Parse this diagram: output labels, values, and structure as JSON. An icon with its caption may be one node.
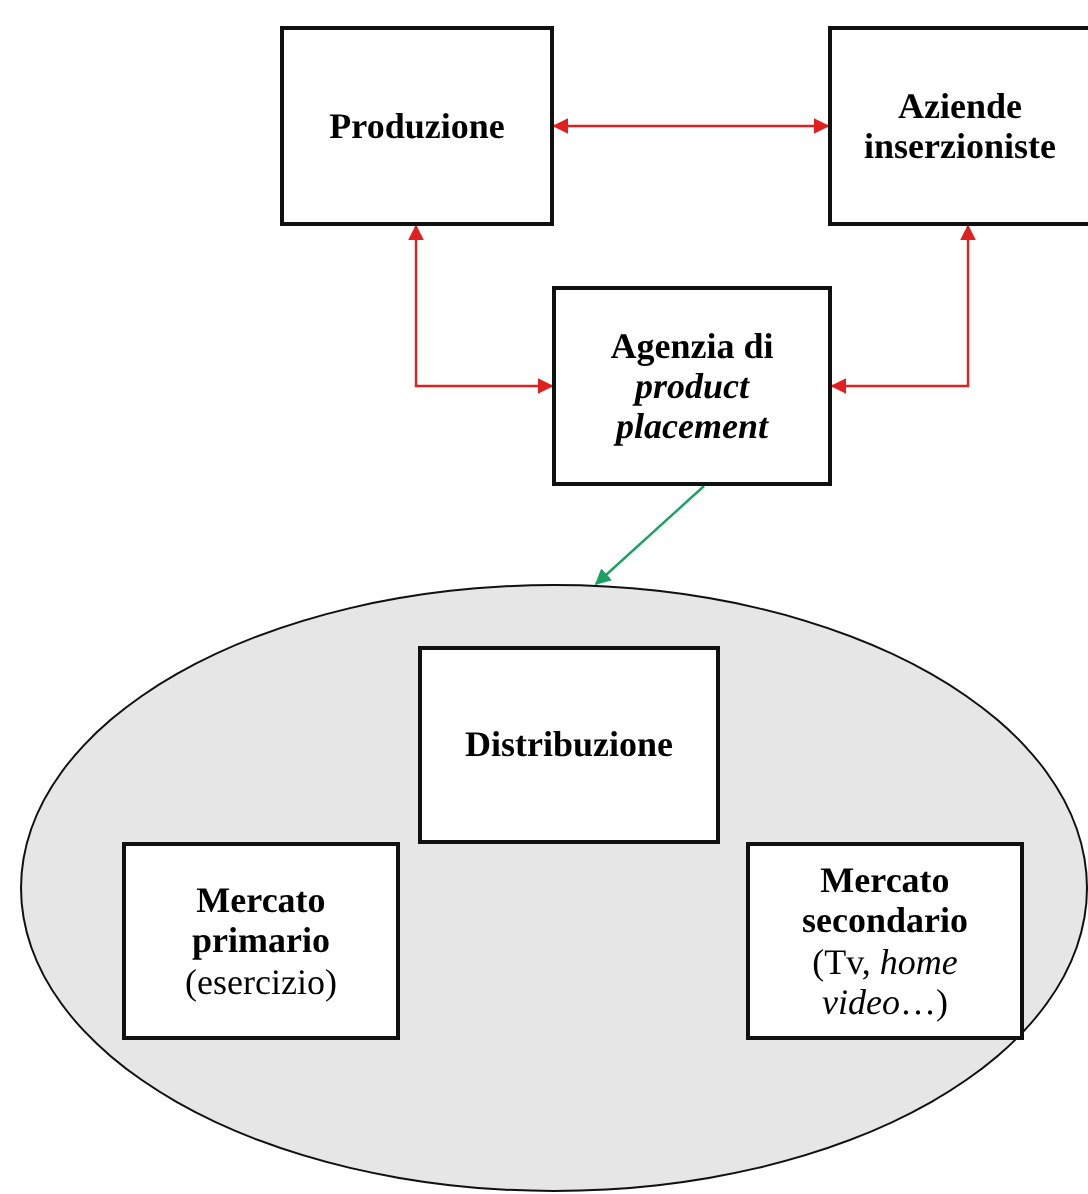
{
  "diagram": {
    "nodes": [
      {
        "text": [
          "Produzione"
        ]
      },
      {
        "text": [
          "Aziende inserzioniste"
        ]
      },
      {
        "text": [
          "Agenzia di *product placement*"
        ]
      },
      {
        "text": [],
        "shape": "ellipse"
      },
      {
        "text": [
          "Distribuzione"
        ],
        "in": 3
      },
      {
        "text": [
          "Mercato primario",
          "(esercizio)"
        ],
        "in": 3
      },
      {
        "text": [
          "Mercato secondario",
          "(Tv, *home video*…)"
        ],
        "in": 3
      }
    ],
    "edges": [
      {
        "from": 0,
        "to": 1,
        "arrow": "both"
      },
      {
        "from": 0,
        "to": 2,
        "arrow": "both"
      },
      {
        "from": 1,
        "to": 2,
        "arrow": "both"
      },
      {
        "from": 2,
        "to": 3,
        "arrow": "to",
        "color": "#1aa260"
      }
    ]
  }
}
